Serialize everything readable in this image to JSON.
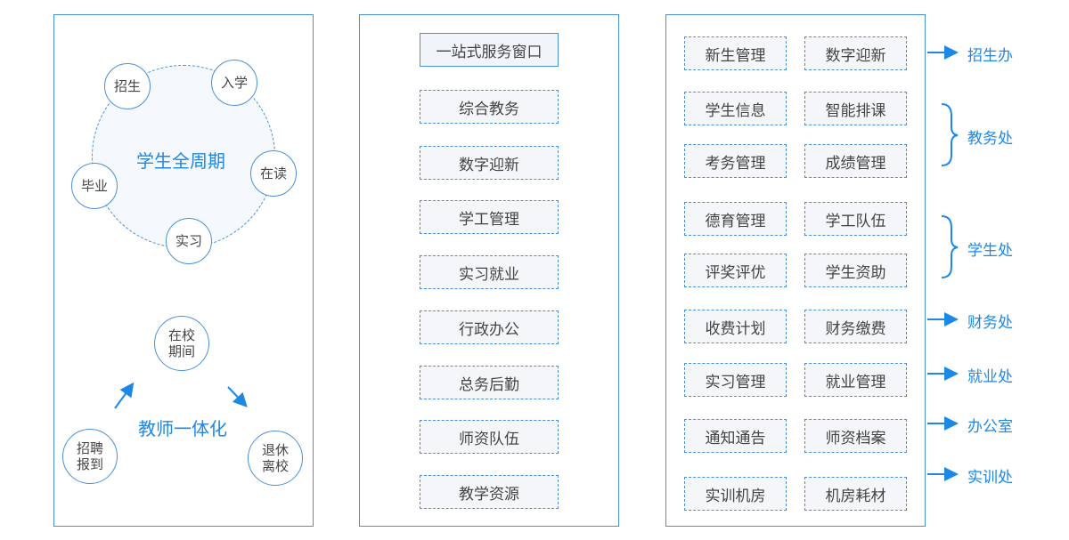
{
  "lifecycle": {
    "center": "学生全周期",
    "stages": [
      "招生",
      "入学",
      "在读",
      "实习",
      "毕业"
    ]
  },
  "teacher": {
    "center": "教师一体化",
    "stages": [
      {
        "line1": "在校",
        "line2": "期间"
      },
      {
        "line1": "招聘",
        "line2": "报到"
      },
      {
        "line1": "退休",
        "line2": "离校"
      }
    ]
  },
  "services": {
    "portal": "一站式服务窗口",
    "items": [
      "综合教务",
      "数字迎新",
      "学工管理",
      "实习就业",
      "行政办公",
      "总务后勤",
      "师资队伍",
      "教学资源"
    ]
  },
  "modules": [
    [
      "新生管理",
      "数字迎新"
    ],
    [
      "学生信息",
      "智能排课"
    ],
    [
      "考务管理",
      "成绩管理"
    ],
    [
      "德育管理",
      "学工队伍"
    ],
    [
      "评奖评优",
      "学生资助"
    ],
    [
      "收费计划",
      "财务缴费"
    ],
    [
      "实习管理",
      "就业管理"
    ],
    [
      "通知通告",
      "师资档案"
    ],
    [
      "实训机房",
      "机房耗材"
    ]
  ],
  "departments": [
    "招生办",
    "教务处",
    "学生处",
    "财务处",
    "就业处",
    "办公室",
    "实训处"
  ],
  "colors": {
    "accent": "#1e88e5",
    "border": "#4a90d9",
    "fill": "#f4f6f9"
  }
}
